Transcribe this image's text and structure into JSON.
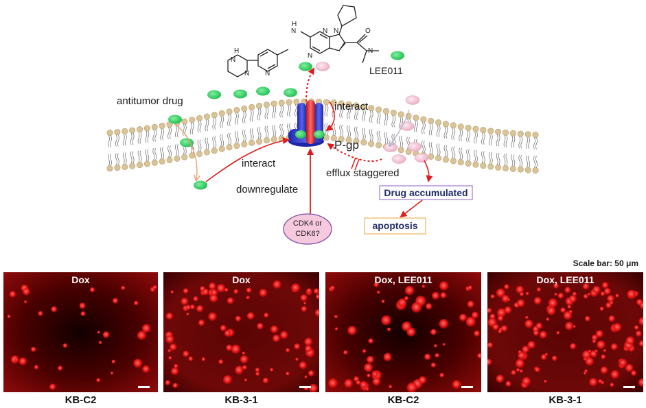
{
  "diagram": {
    "drug_label": "LEE011",
    "antitumor_label": "antitumor drug",
    "interact_top": "interact",
    "interact_left": "interact",
    "pgp_label": "P-gp",
    "efflux_label": "efflux staggered",
    "downregulate_label": "downregulate",
    "cdk_line1": "CDK4 or",
    "cdk_line2": "CDK6?",
    "drug_accumulated": "Drug accumulated",
    "apoptosis": "apoptosis",
    "colors": {
      "green_drug": "#22cc55",
      "pink_drug": "#f3c6d6",
      "transporter_blue": "#3340d6",
      "transporter_red": "#e0303a",
      "arrow_red": "#e01b1b",
      "lipid_head": "#d9c49a"
    }
  },
  "micrographs": {
    "scale_bar": "Scale bar: 50 μm",
    "panels": [
      {
        "title": "Dox",
        "caption": "KB-C2"
      },
      {
        "title": "Dox",
        "caption": "KB-3-1"
      },
      {
        "title": "Dox, LEE011",
        "caption": "KB-C2"
      },
      {
        "title": "Dox, LEE011",
        "caption": "KB-3-1"
      }
    ]
  }
}
